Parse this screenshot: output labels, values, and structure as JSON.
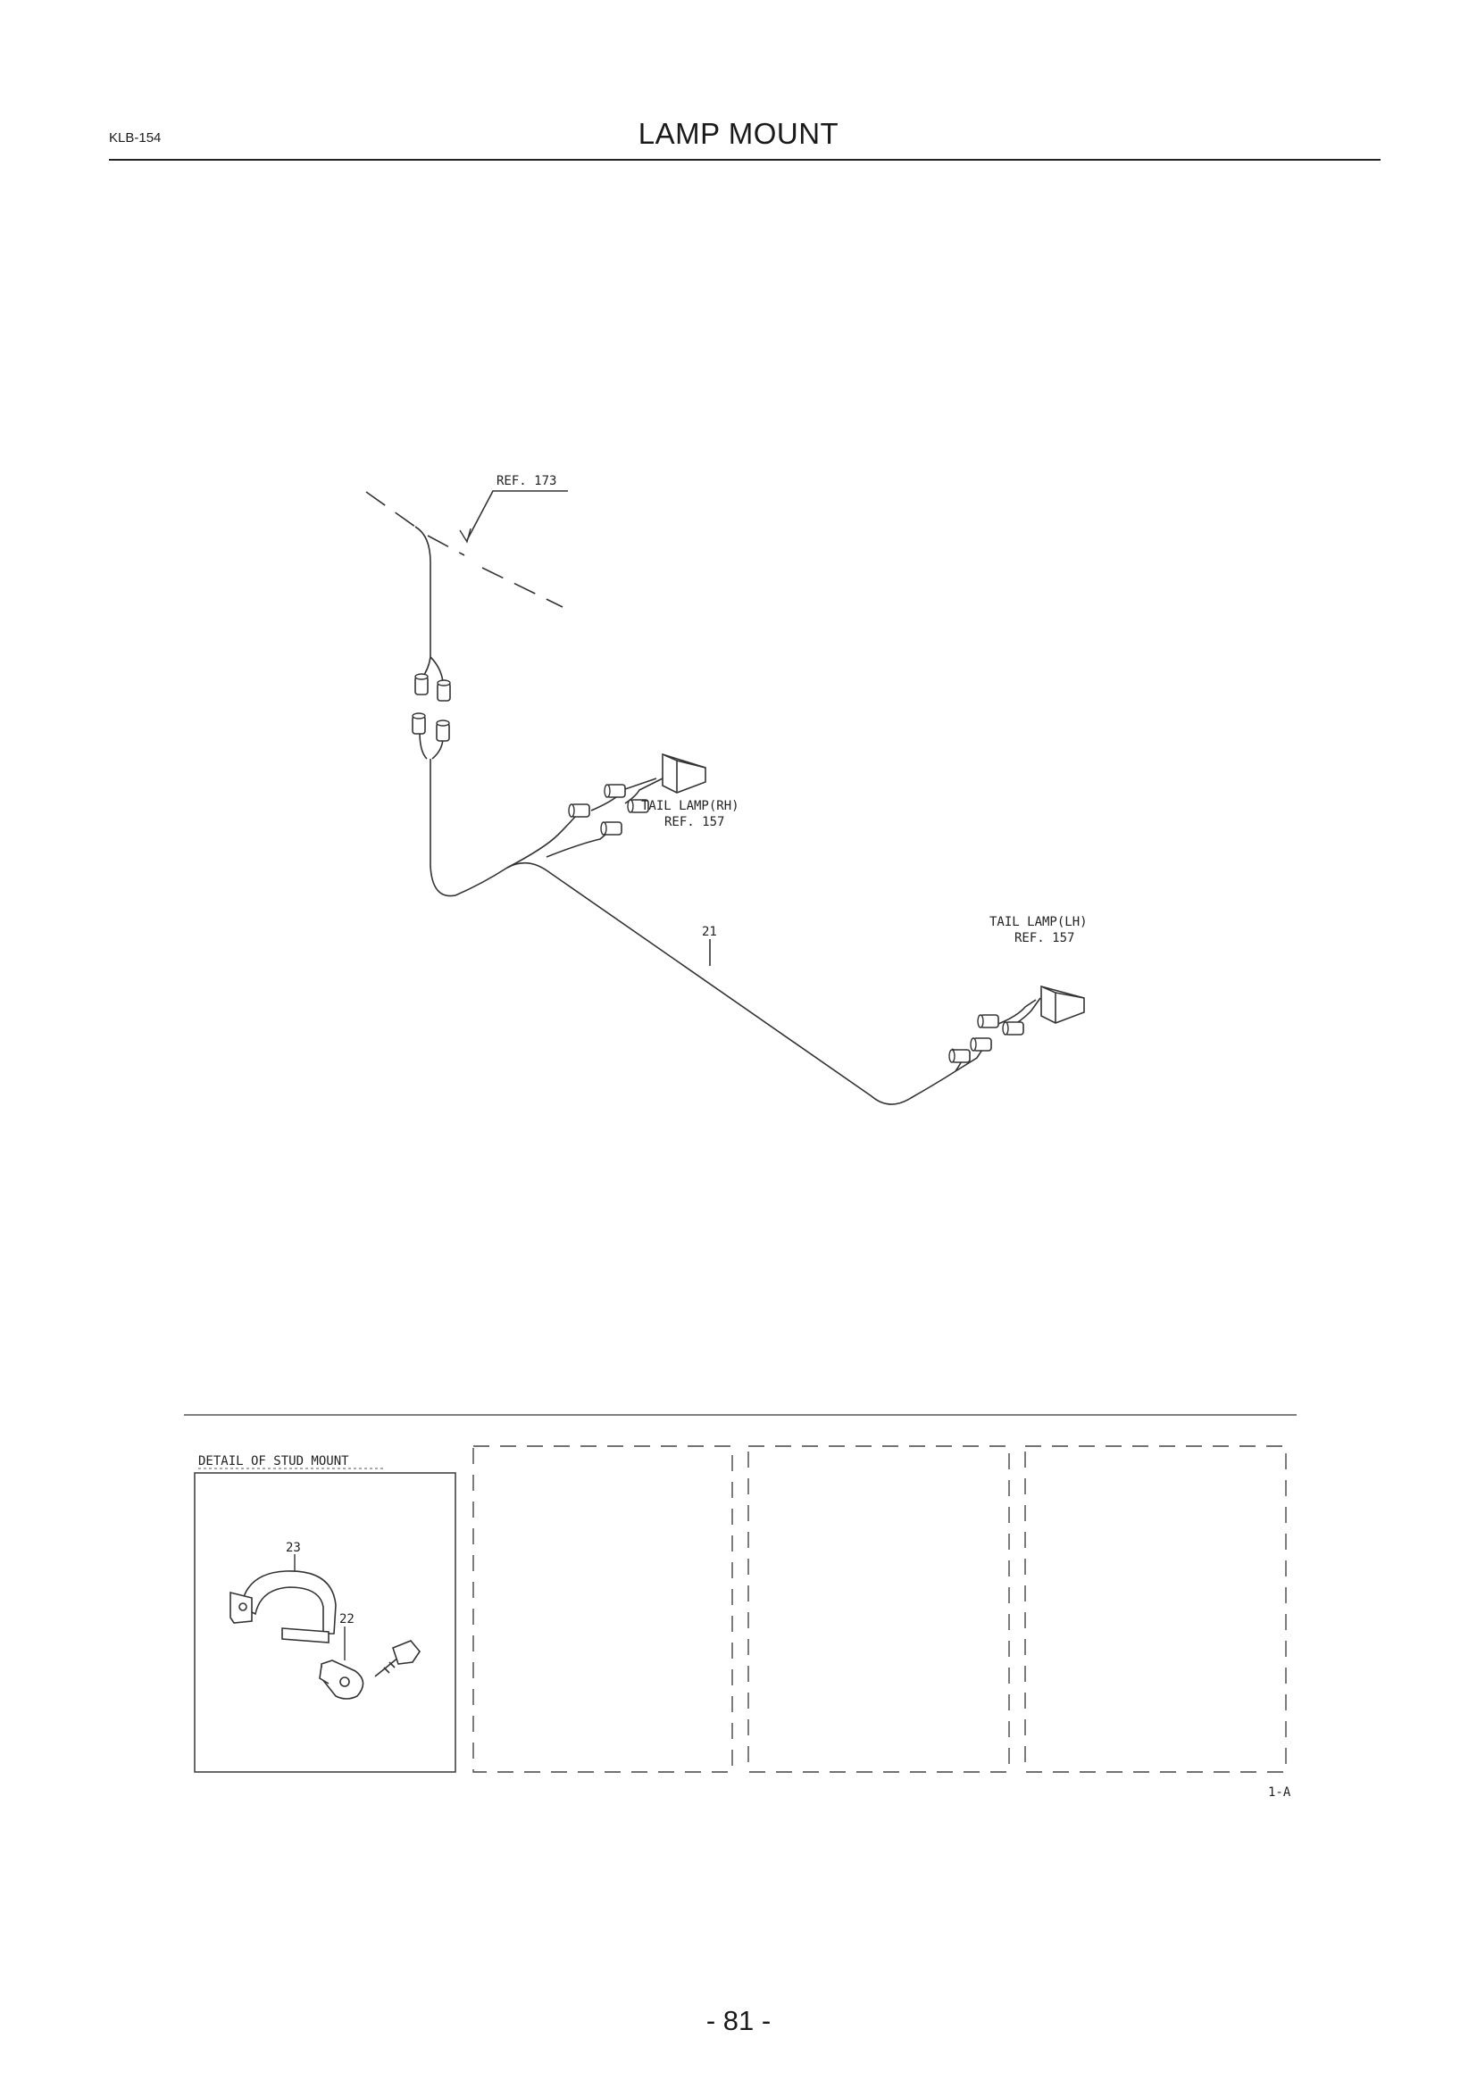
{
  "header": {
    "doc_code": "KLB-154",
    "title": "LAMP MOUNT"
  },
  "diagram": {
    "ref_173": "REF. 173",
    "tail_lamp_rh": "TAIL LAMP(RH)",
    "ref_157_rh": "REF. 157",
    "part_21": "21",
    "tail_lamp_lh": "TAIL LAMP(LH)",
    "ref_157_lh": "REF. 157"
  },
  "detail": {
    "title": "DETAIL OF STUD MOUNT",
    "part_23": "23",
    "part_22": "22",
    "figure_code": "1-A"
  },
  "footer": {
    "page_number": "- 81 -"
  }
}
